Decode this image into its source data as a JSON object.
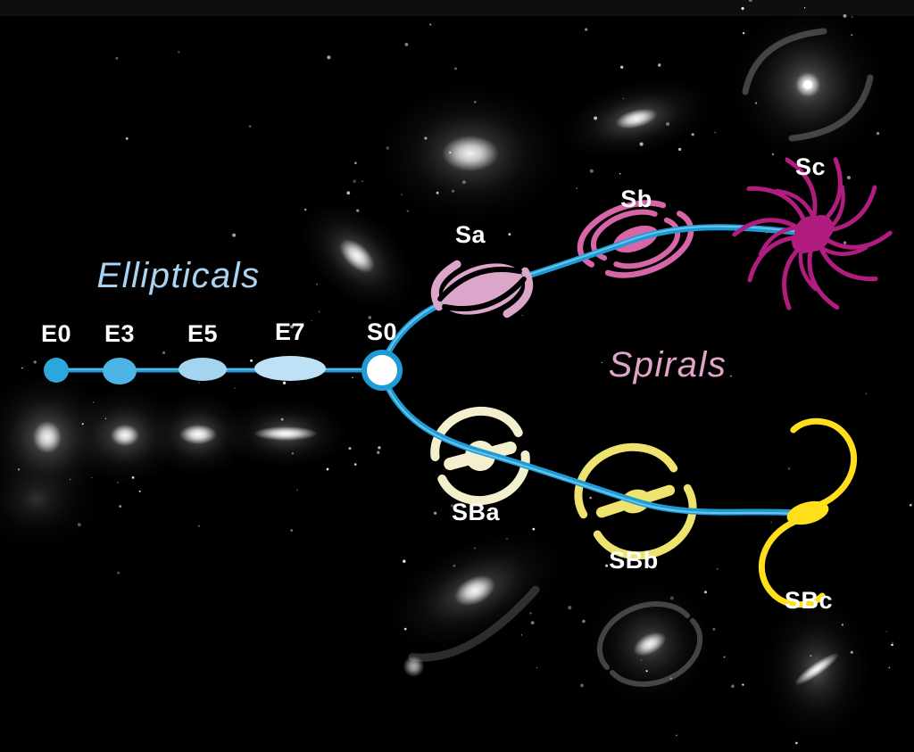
{
  "canvas": {
    "background": "#000000"
  },
  "fork": {
    "color": "#1e9ad4",
    "highlight_color": "#82d4f2"
  },
  "label_color": "#ffffff",
  "ellipticals_branch": {
    "label": "Ellipticals",
    "label_color": "#a9d3f0",
    "classes": [
      {
        "label": "E0",
        "color": "#2ba7de"
      },
      {
        "label": "E3",
        "color": "#4cb4e6"
      },
      {
        "label": "E5",
        "color": "#a3d4f0"
      },
      {
        "label": "E7",
        "color": "#bfe1f6"
      }
    ],
    "junction": {
      "label": "S0",
      "fill": "#ffffff"
    }
  },
  "spirals_branch": {
    "label": "Spirals",
    "label_color": "#e2a4c8",
    "classes": [
      {
        "label": "Sa",
        "color": "#dba6c9"
      },
      {
        "label": "Sb",
        "color": "#d666a7"
      },
      {
        "label": "Sc",
        "color": "#b01d7e"
      }
    ]
  },
  "barred_spirals_branch": {
    "classes": [
      {
        "label": "SBa",
        "color": "#f4efcd"
      },
      {
        "label": "SBb",
        "color": "#eee36e"
      },
      {
        "label": "SBc",
        "color": "#ffdf1c"
      }
    ]
  },
  "background_photos": [
    "elliptical-galaxy-photo-E0",
    "elliptical-galaxy-photo-E3",
    "elliptical-galaxy-photo-E5",
    "elliptical-galaxy-photo-E7",
    "lenticular-galaxy-photo-S0",
    "spiral-galaxy-photo-Sa",
    "spiral-galaxy-photo-Sb",
    "spiral-galaxy-photo-Sc",
    "barred-spiral-galaxy-photo-SBa",
    "barred-spiral-galaxy-photo-SBb",
    "barred-spiral-galaxy-photo-SBc"
  ]
}
